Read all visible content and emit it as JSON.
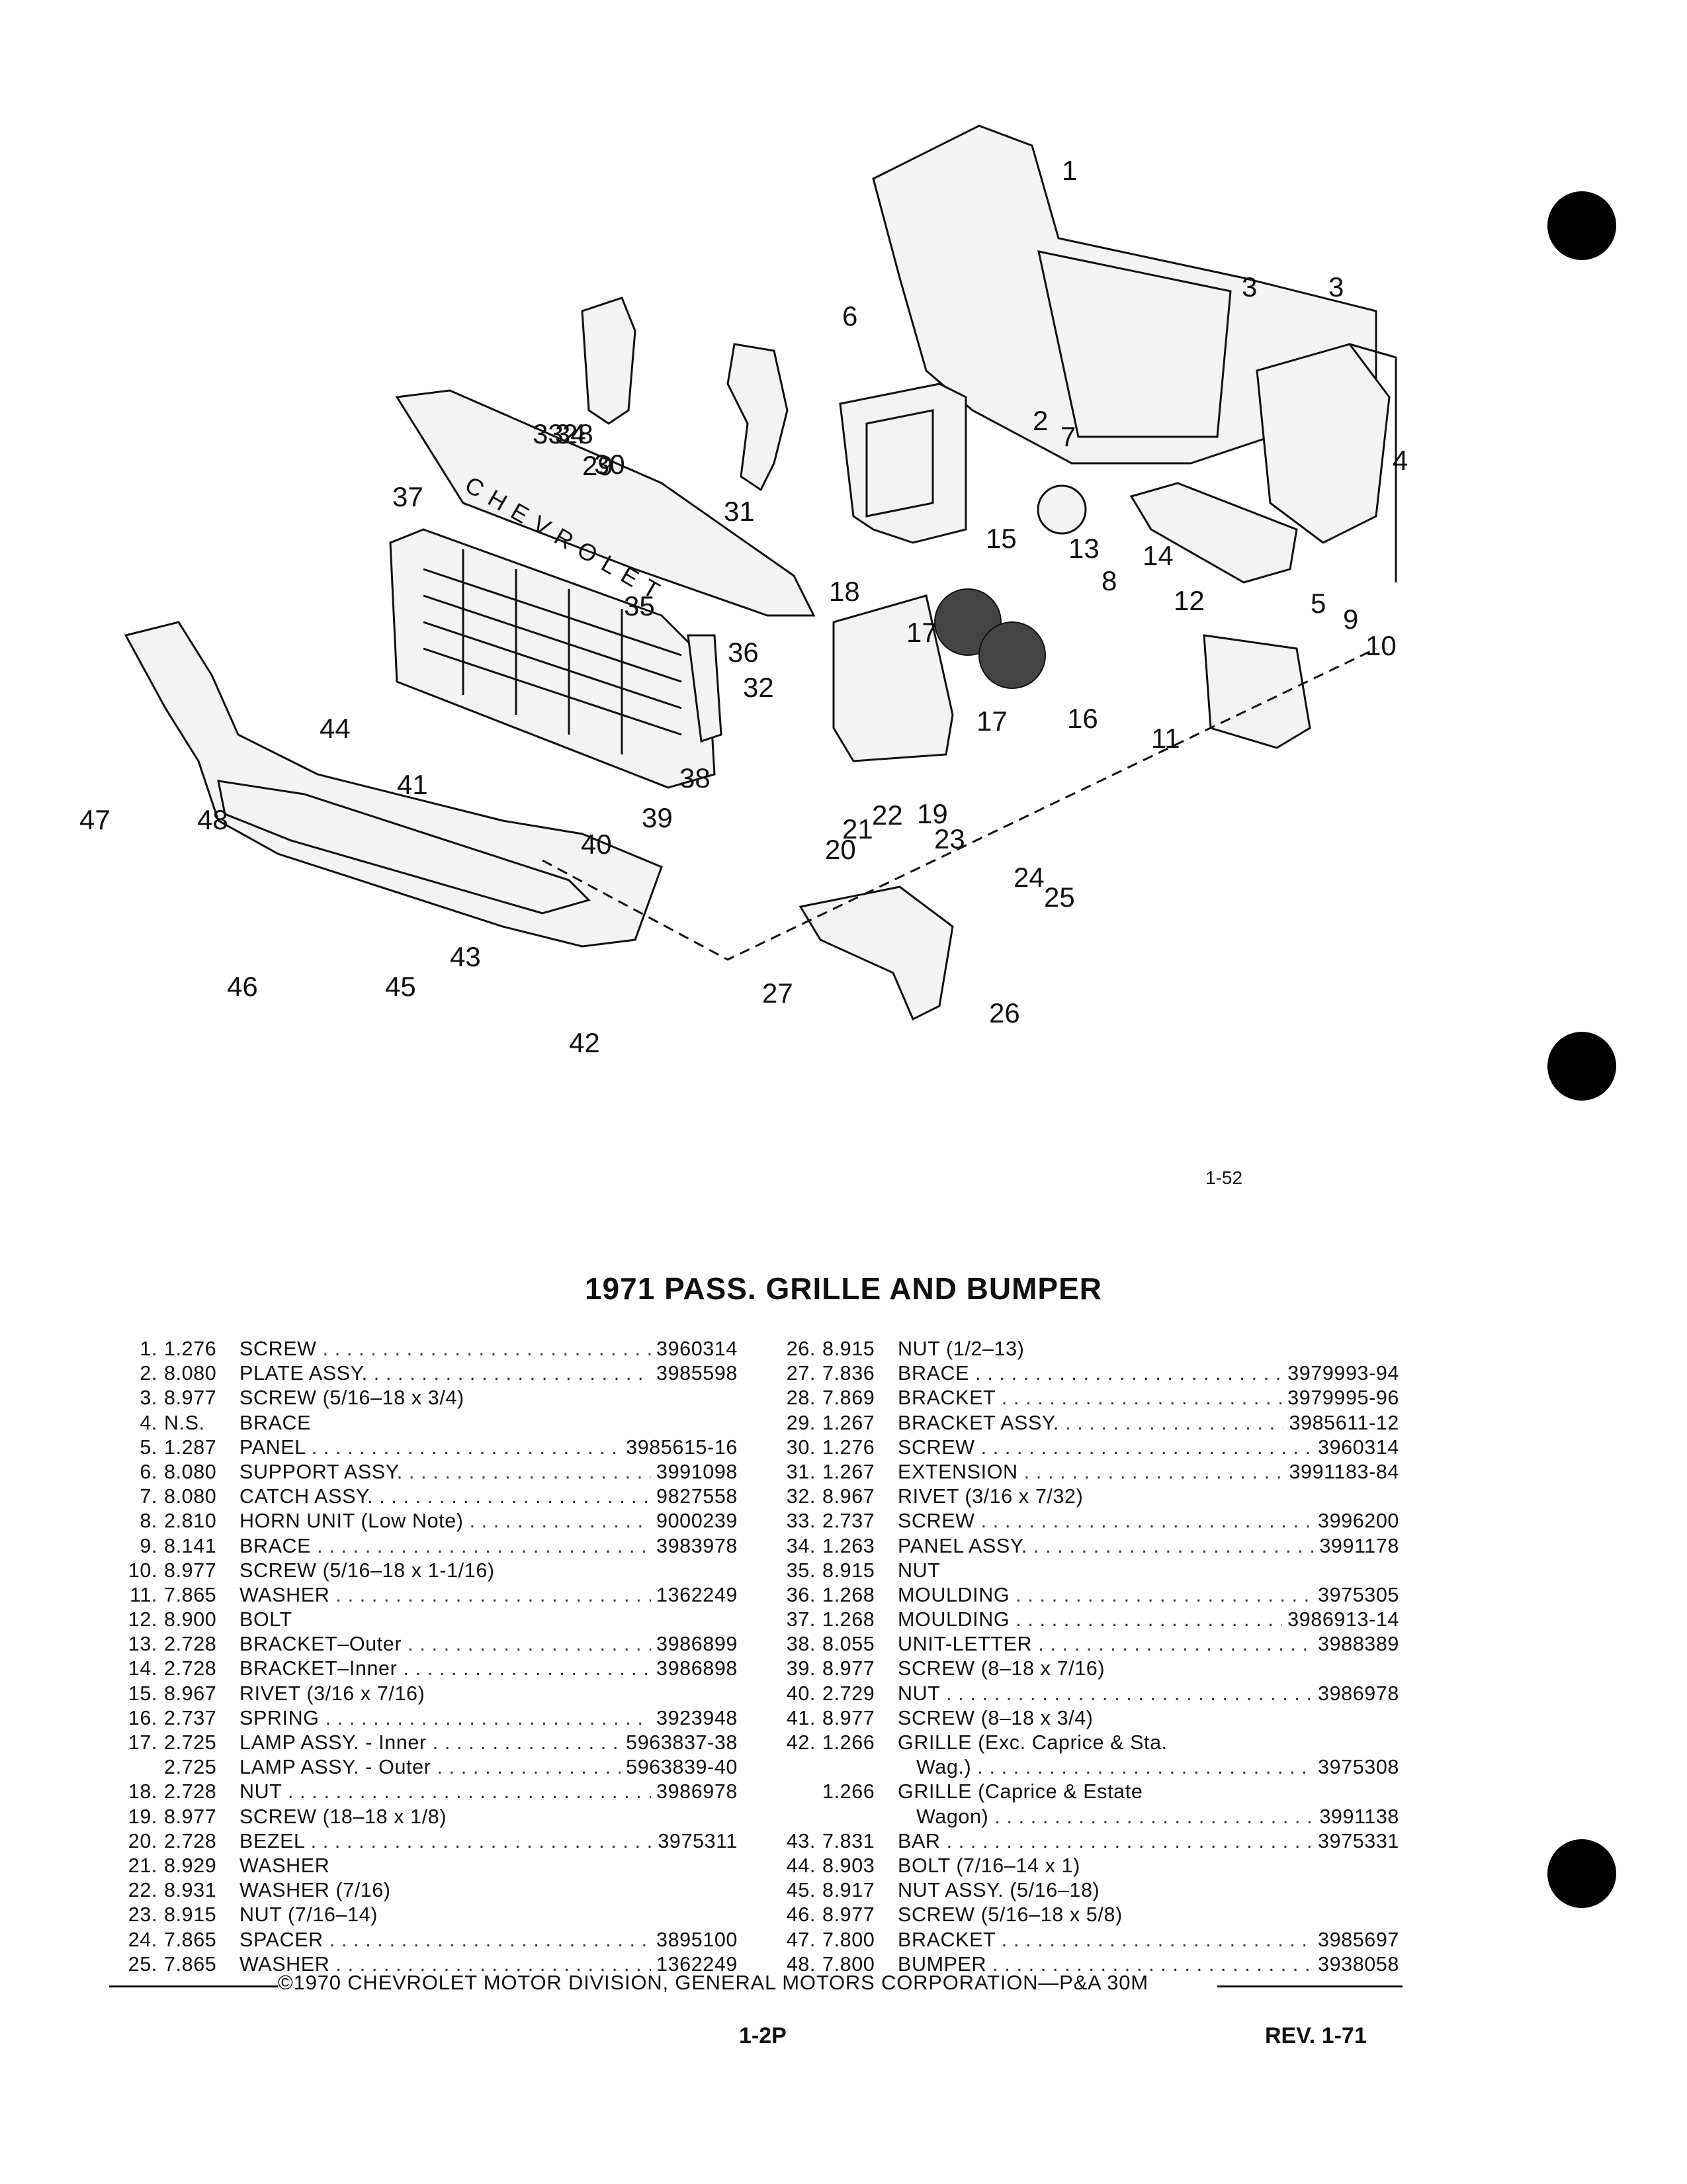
{
  "figure_number": "1-52",
  "title": "1971 PASS. GRILLE AND BUMPER",
  "diagram_emblem": "CHEVROLET",
  "callouts": [
    "1",
    "2",
    "3",
    "3",
    "4",
    "5",
    "6",
    "7",
    "8",
    "9",
    "10",
    "11",
    "12",
    "13",
    "14",
    "15",
    "16",
    "17",
    "17",
    "18",
    "19",
    "20",
    "21",
    "22",
    "23",
    "24",
    "25",
    "26",
    "27",
    "28",
    "29",
    "30",
    "31",
    "32",
    "33",
    "34",
    "35",
    "36",
    "37",
    "38",
    "39",
    "40",
    "41",
    "42",
    "43",
    "44",
    "45",
    "46",
    "47",
    "48"
  ],
  "parts_left": [
    {
      "no": "1.",
      "group": "1.276",
      "name": "SCREW",
      "part": "3960314"
    },
    {
      "no": "2.",
      "group": "8.080",
      "name": "PLATE ASSY.",
      "part": "3985598"
    },
    {
      "no": "3.",
      "group": "8.977",
      "name": "SCREW (5/16–18 x 3/4)",
      "part": ""
    },
    {
      "no": "4.",
      "group": "N.S.",
      "name": "BRACE",
      "part": ""
    },
    {
      "no": "5.",
      "group": "1.287",
      "name": "PANEL",
      "part": "3985615-16"
    },
    {
      "no": "6.",
      "group": "8.080",
      "name": "SUPPORT ASSY.",
      "part": "3991098"
    },
    {
      "no": "7.",
      "group": "8.080",
      "name": "CATCH ASSY.",
      "part": "9827558"
    },
    {
      "no": "8.",
      "group": "2.810",
      "name": "HORN UNIT (Low Note)",
      "part": "9000239"
    },
    {
      "no": "9.",
      "group": "8.141",
      "name": "BRACE",
      "part": "3983978"
    },
    {
      "no": "10.",
      "group": "8.977",
      "name": "SCREW (5/16–18 x 1-1/16)",
      "part": ""
    },
    {
      "no": "11.",
      "group": "7.865",
      "name": "WASHER",
      "part": "1362249"
    },
    {
      "no": "12.",
      "group": "8.900",
      "name": "BOLT",
      "part": ""
    },
    {
      "no": "13.",
      "group": "2.728",
      "name": "BRACKET–Outer",
      "part": "3986899"
    },
    {
      "no": "14.",
      "group": "2.728",
      "name": "BRACKET–Inner",
      "part": "3986898"
    },
    {
      "no": "15.",
      "group": "8.967",
      "name": "RIVET (3/16 x 7/16)",
      "part": ""
    },
    {
      "no": "16.",
      "group": "2.737",
      "name": "SPRING",
      "part": "3923948"
    },
    {
      "no": "17.",
      "group": "2.725",
      "name": "LAMP ASSY. - Inner",
      "part": "5963837-38"
    },
    {
      "no": "",
      "group": "2.725",
      "name": "LAMP ASSY. - Outer",
      "part": "5963839-40"
    },
    {
      "no": "18.",
      "group": "2.728",
      "name": "NUT",
      "part": "3986978"
    },
    {
      "no": "19.",
      "group": "8.977",
      "name": "SCREW (18–18 x 1/8)",
      "part": ""
    },
    {
      "no": "20.",
      "group": "2.728",
      "name": "BEZEL",
      "part": "3975311"
    },
    {
      "no": "21.",
      "group": "8.929",
      "name": "WASHER",
      "part": ""
    },
    {
      "no": "22.",
      "group": "8.931",
      "name": "WASHER (7/16)",
      "part": ""
    },
    {
      "no": "23.",
      "group": "8.915",
      "name": "NUT (7/16–14)",
      "part": ""
    },
    {
      "no": "24.",
      "group": "7.865",
      "name": "SPACER",
      "part": "3895100"
    },
    {
      "no": "25.",
      "group": "7.865",
      "name": "WASHER",
      "part": "1362249"
    }
  ],
  "parts_right": [
    {
      "no": "26.",
      "group": "8.915",
      "name": "NUT (1/2–13)",
      "part": ""
    },
    {
      "no": "27.",
      "group": "7.836",
      "name": "BRACE",
      "part": "3979993-94"
    },
    {
      "no": "28.",
      "group": "7.869",
      "name": "BRACKET",
      "part": "3979995-96"
    },
    {
      "no": "29.",
      "group": "1.267",
      "name": "BRACKET ASSY.",
      "part": "3985611-12"
    },
    {
      "no": "30.",
      "group": "1.276",
      "name": "SCREW",
      "part": "3960314"
    },
    {
      "no": "31.",
      "group": "1.267",
      "name": "EXTENSION",
      "part": "3991183-84"
    },
    {
      "no": "32.",
      "group": "8.967",
      "name": "RIVET (3/16 x 7/32)",
      "part": ""
    },
    {
      "no": "33.",
      "group": "2.737",
      "name": "SCREW",
      "part": "3996200"
    },
    {
      "no": "34.",
      "group": "1.263",
      "name": "PANEL ASSY.",
      "part": "3991178"
    },
    {
      "no": "35.",
      "group": "8.915",
      "name": "NUT",
      "part": ""
    },
    {
      "no": "36.",
      "group": "1.268",
      "name": "MOULDING",
      "part": "3975305"
    },
    {
      "no": "37.",
      "group": "1.268",
      "name": "MOULDING",
      "part": "3986913-14"
    },
    {
      "no": "38.",
      "group": "8.055",
      "name": "UNIT-LETTER",
      "part": "3988389"
    },
    {
      "no": "39.",
      "group": "8.977",
      "name": "SCREW (8–18 x  7/16)",
      "part": ""
    },
    {
      "no": "40.",
      "group": "2.729",
      "name": "NUT",
      "part": "3986978"
    },
    {
      "no": "41.",
      "group": "8.977",
      "name": "SCREW (8–18 x 3/4)",
      "part": ""
    },
    {
      "no": "42.",
      "group": "1.266",
      "name": "GRILLE (Exc. Caprice & Sta.",
      "part": ""
    },
    {
      "no": "",
      "group": "",
      "name": "Wag.)",
      "part": "3975308",
      "indent": true
    },
    {
      "no": "",
      "group": "1.266",
      "name": "GRILLE (Caprice & Estate",
      "part": ""
    },
    {
      "no": "",
      "group": "",
      "name": "Wagon)",
      "part": "3991138",
      "indent": true
    },
    {
      "no": "43.",
      "group": "7.831",
      "name": "BAR",
      "part": "3975331"
    },
    {
      "no": "44.",
      "group": "8.903",
      "name": "BOLT (7/16–14 x 1)",
      "part": ""
    },
    {
      "no": "45.",
      "group": "8.917",
      "name": "NUT ASSY. (5/16–18)",
      "part": ""
    },
    {
      "no": "46.",
      "group": "8.977",
      "name": "SCREW (5/16–18 x 5/8)",
      "part": ""
    },
    {
      "no": "47.",
      "group": "7.800",
      "name": "BRACKET",
      "part": "3985697"
    },
    {
      "no": "48.",
      "group": "7.800",
      "name": "BUMPER",
      "part": "3938058"
    }
  ],
  "copyright": "©1970 CHEVROLET MOTOR DIVISION, GENERAL MOTORS CORPORATION—P&A 30M",
  "page_number": "1-2P",
  "revision": "REV. 1-71"
}
